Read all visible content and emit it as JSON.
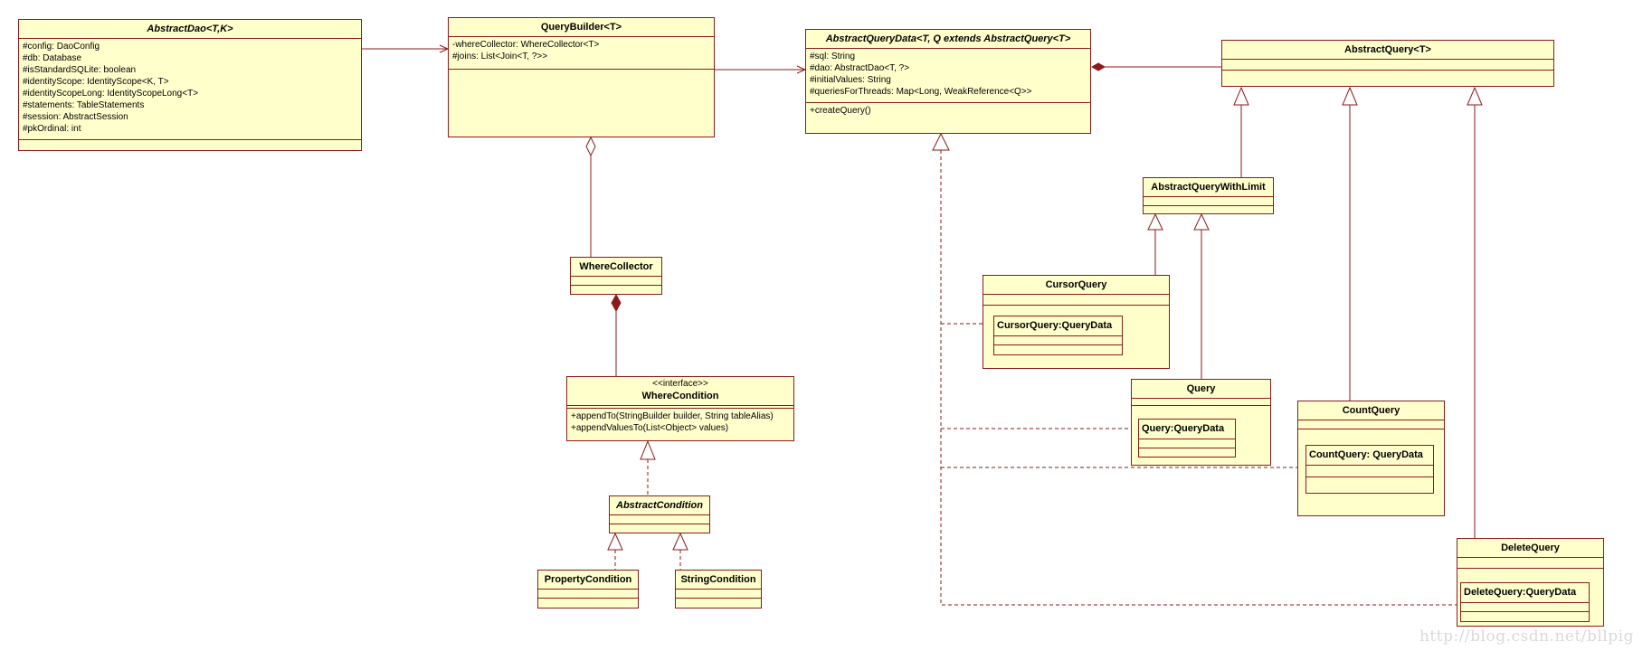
{
  "classes": {
    "abstract_dao": {
      "name": "AbstractDao<T,K>",
      "attributes": [
        "#config: DaoConfig",
        "#db: Database",
        "#isStandardSQLite: boolean",
        "#identityScope: IdentityScope<K, T>",
        "#identityScopeLong: IdentityScopeLong<T>",
        "#statements: TableStatements",
        "#session: AbstractSession",
        "#pkOrdinal: int"
      ]
    },
    "query_builder": {
      "name": "QueryBuilder<T>",
      "attributes": [
        "-whereCollector: WhereCollector<T>",
        "#joins: List<Join<T, ?>>"
      ]
    },
    "abstract_query_data": {
      "name": "AbstractQueryData<T, Q extends AbstractQuery<T>",
      "attributes": [
        "#sql: String",
        "#dao: AbstractDao<T, ?>",
        "#initialValues: String",
        "#queriesForThreads: Map<Long, WeakReference<Q>>"
      ],
      "operations": [
        "+createQuery()"
      ]
    },
    "abstract_query": {
      "name": "AbstractQuery<T>"
    },
    "abstract_query_with_limit": {
      "name": "AbstractQueryWithLimit"
    },
    "where_collector": {
      "name": "WhereCollector"
    },
    "where_condition": {
      "stereotype": "<<interface>>",
      "name": "WhereCondition",
      "operations": [
        "+appendTo(StringBuilder builder, String tableAlias)",
        "+appendValuesTo(List<Object> values)"
      ]
    },
    "abstract_condition": {
      "name": "AbstractCondition"
    },
    "property_condition": {
      "name": "PropertyCondition"
    },
    "string_condition": {
      "name": "StringCondition"
    },
    "cursor_query": {
      "name": "CursorQuery",
      "inner": "CursorQuery:QueryData"
    },
    "query": {
      "name": "Query",
      "inner": "Query:QueryData"
    },
    "count_query": {
      "name": "CountQuery",
      "inner": "CountQuery: QueryData"
    },
    "delete_query": {
      "name": "DeleteQuery",
      "inner": "DeleteQuery:QueryData"
    }
  },
  "watermark": "http://blog.csdn.net/bllpig",
  "colors": {
    "fill": "#ffffcc",
    "stroke": "#8b1a1a"
  }
}
